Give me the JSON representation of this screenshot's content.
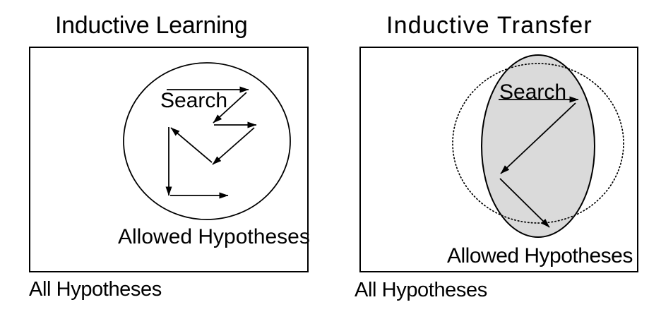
{
  "colors": {
    "background": "#ffffff",
    "stroke": "#000000",
    "transfer_ellipse_fill": "#dadada"
  },
  "left_panel": {
    "title": "Inductive Learning",
    "search_label": "Search",
    "allowed_label": "Allowed Hypotheses",
    "all_label": "All Hypotheses",
    "search_arrows": [
      [
        236,
        127,
        352,
        127
      ],
      [
        349,
        131,
        302,
        174
      ],
      [
        303,
        177,
        363,
        177
      ],
      [
        360,
        181,
        301,
        233
      ],
      [
        300,
        230,
        242,
        181
      ],
      [
        239,
        180,
        239,
        277
      ],
      [
        241,
        277,
        323,
        277
      ]
    ]
  },
  "right_panel": {
    "title": "Inductive Transfer",
    "search_label": "Search",
    "allowed_label": "Allowed Hypotheses",
    "all_label": "All Hypotheses",
    "search_arrows": [
      [
        706,
        141,
        819,
        141
      ],
      [
        815,
        146,
        709,
        246
      ],
      [
        708,
        253,
        778,
        322
      ]
    ]
  }
}
